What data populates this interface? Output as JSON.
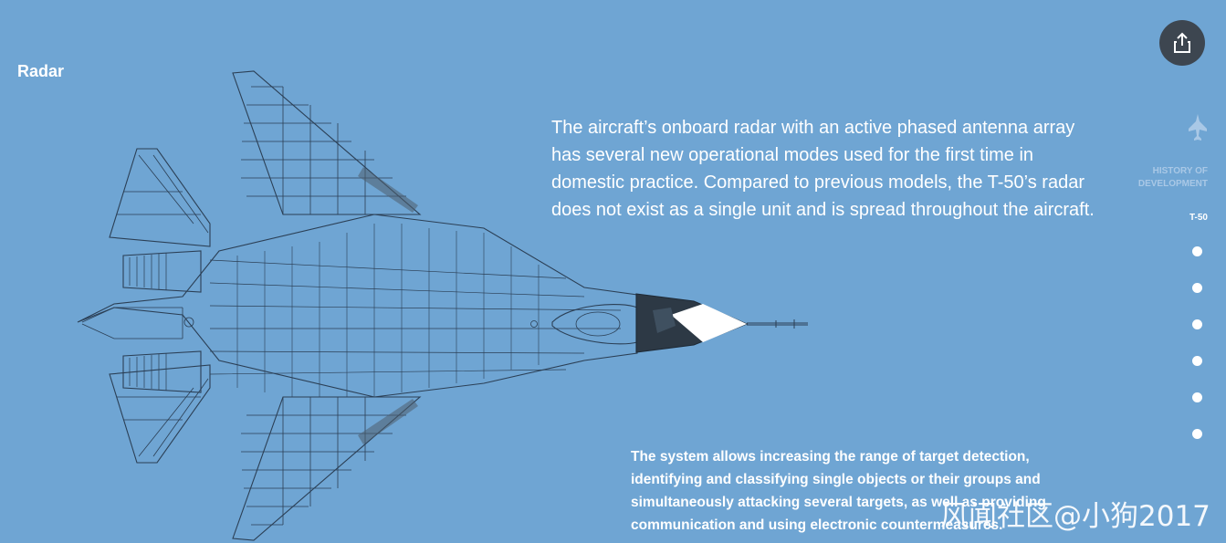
{
  "section": {
    "title": "Radar"
  },
  "lead_text": "The aircraft’s onboard radar with an active phased antenna array has several new operational modes used for the first time in domestic practice. Compared to previous models, the T-50’s radar does not exist as a single unit and is spread throughout the aircraft.",
  "body_text": "The system allows increasing the range of target detection, identifying and classifying single objects or their groups and simultaneously attacking several targets, as well as providing communication and using electronic countermeasures.",
  "nav": {
    "icon": "jet-silhouette-icon",
    "history_label": "HISTORY OF DEVELOPMENT",
    "current_label": "T-50"
  },
  "share": {
    "icon": "share-icon"
  },
  "watermark": "风闻社区@小狗2017",
  "colors": {
    "background": "#6fa5d3",
    "line": "#2b3f55",
    "share_bg": "#3d4650",
    "nav_inactive": "#a9c8e6"
  }
}
